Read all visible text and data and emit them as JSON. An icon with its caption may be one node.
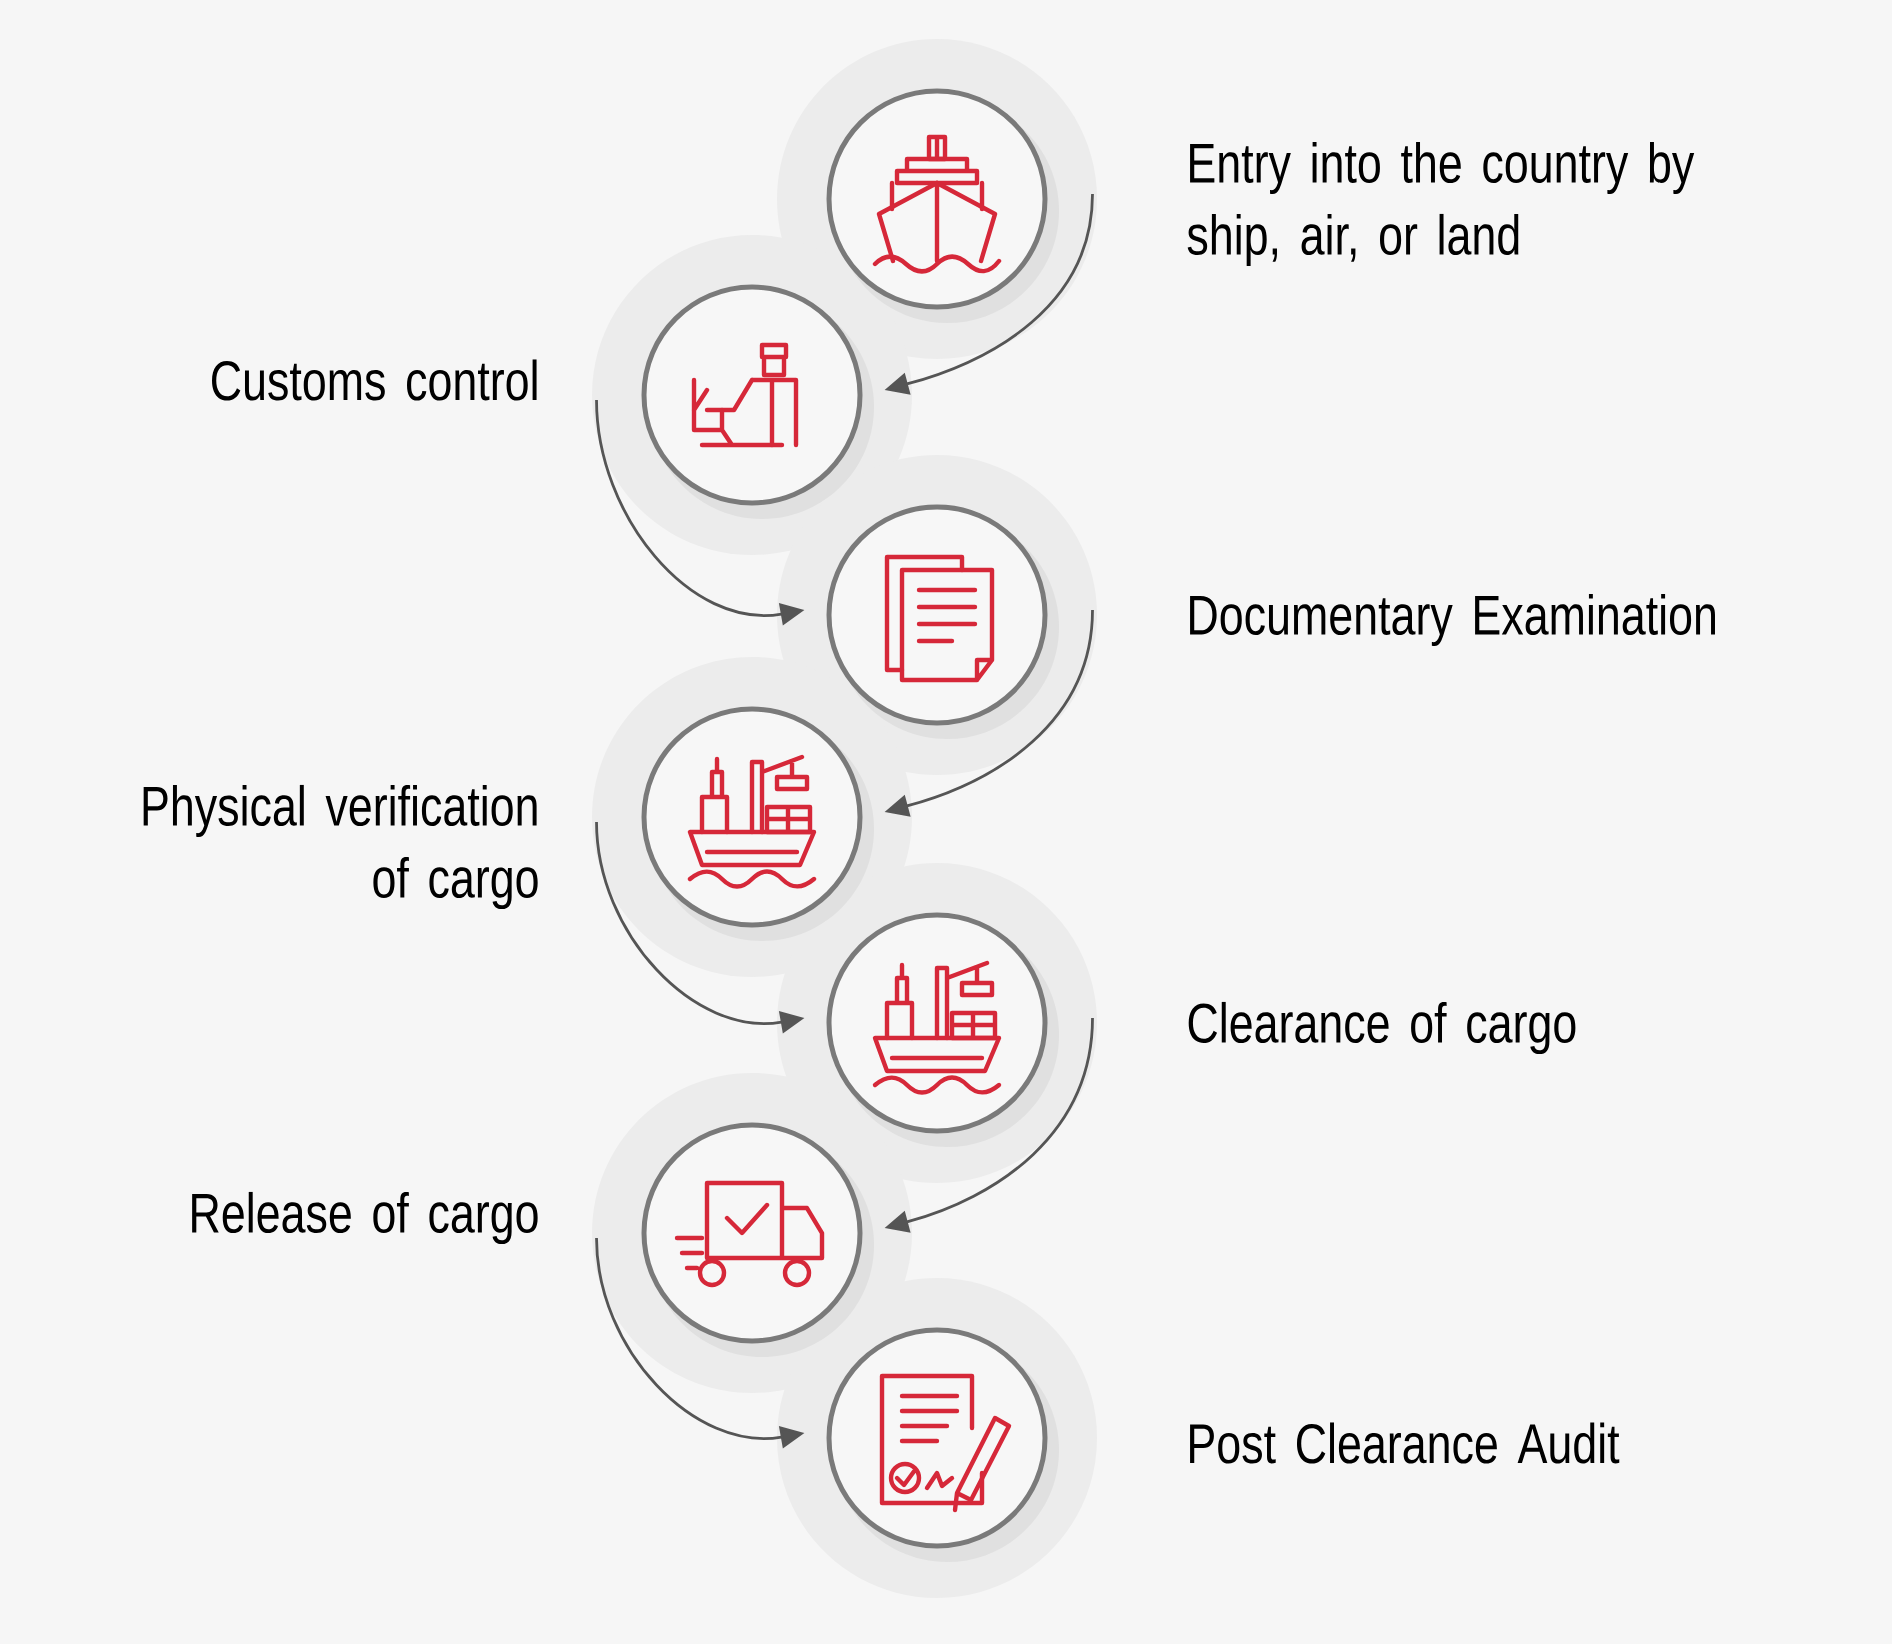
{
  "diagram": {
    "nodes": [
      {
        "text": [],
        "shape": "circle",
        "beside": [
          "Entry into the country by ship, air, or land"
        ]
      },
      {
        "text": [],
        "shape": "circle",
        "beside": [
          "Customs control"
        ]
      },
      {
        "text": [],
        "shape": "circle",
        "beside": [
          "Documentary Examination"
        ]
      },
      {
        "text": [],
        "shape": "circle",
        "beside": [
          "Physical verification of cargo"
        ]
      },
      {
        "text": [],
        "shape": "circle",
        "beside": [
          "Clearance of cargo"
        ]
      },
      {
        "text": [],
        "shape": "circle",
        "beside": [
          "Release of cargo"
        ]
      },
      {
        "text": [],
        "shape": "circle",
        "beside": [
          "Post Clearance Audit"
        ]
      }
    ],
    "edges": [
      {
        "from": 0,
        "to": 1,
        "arrow": "to"
      },
      {
        "from": 1,
        "to": 2,
        "arrow": "to"
      },
      {
        "from": 2,
        "to": 3,
        "arrow": "to"
      },
      {
        "from": 3,
        "to": 4,
        "arrow": "to"
      },
      {
        "from": 4,
        "to": 5,
        "arrow": "to"
      },
      {
        "from": 5,
        "to": 6,
        "arrow": "to"
      }
    ]
  }
}
